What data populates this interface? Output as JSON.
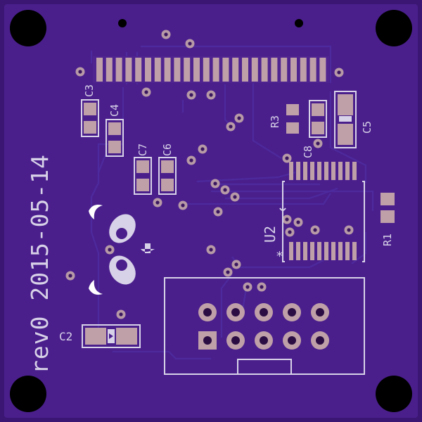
{
  "board": {
    "revision_label": "rev0 2015-05-14",
    "colors": {
      "substrate": "#3b1773",
      "soldermask": "#4a1f8c",
      "silkscreen": "#d8d2e8",
      "copper_pad": "#bfa0a8",
      "trace": "#4d2da0",
      "mounting_hole": "#000000"
    }
  },
  "components": {
    "c2": "C2",
    "c3": "C3",
    "c4": "C4",
    "c5": "C5",
    "c6": "C6",
    "c7": "C7",
    "c8": "C8",
    "r1": "R1",
    "r3": "R3",
    "u2": "U2",
    "u2_pin1_marker": "*"
  },
  "icons": {
    "mounting_hole": "mounting-hole-icon",
    "logo": "bunny-face-logo-icon"
  }
}
